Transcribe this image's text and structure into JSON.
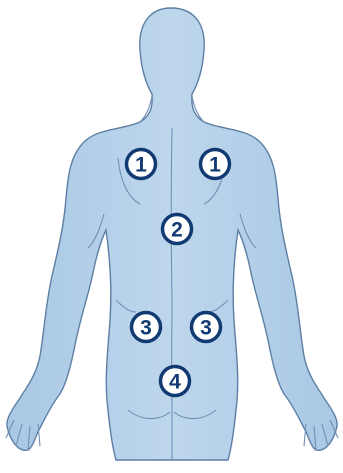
{
  "colors": {
    "skin": "#b8d3ea",
    "skin_dark": "#a3c3e0",
    "outline": "#5d7fa5",
    "line": "#6f90b4",
    "marker_fill": "#ffffff",
    "marker_ring": "#123a72",
    "marker_text": "#123a72",
    "background": "#ffffff"
  },
  "markers": [
    {
      "id": "upper-back-left",
      "label": "1"
    },
    {
      "id": "upper-back-right",
      "label": "1"
    },
    {
      "id": "middle-back",
      "label": "2"
    },
    {
      "id": "lower-back-left",
      "label": "3"
    },
    {
      "id": "lower-back-right",
      "label": "3"
    },
    {
      "id": "sacrum",
      "label": "4"
    }
  ]
}
